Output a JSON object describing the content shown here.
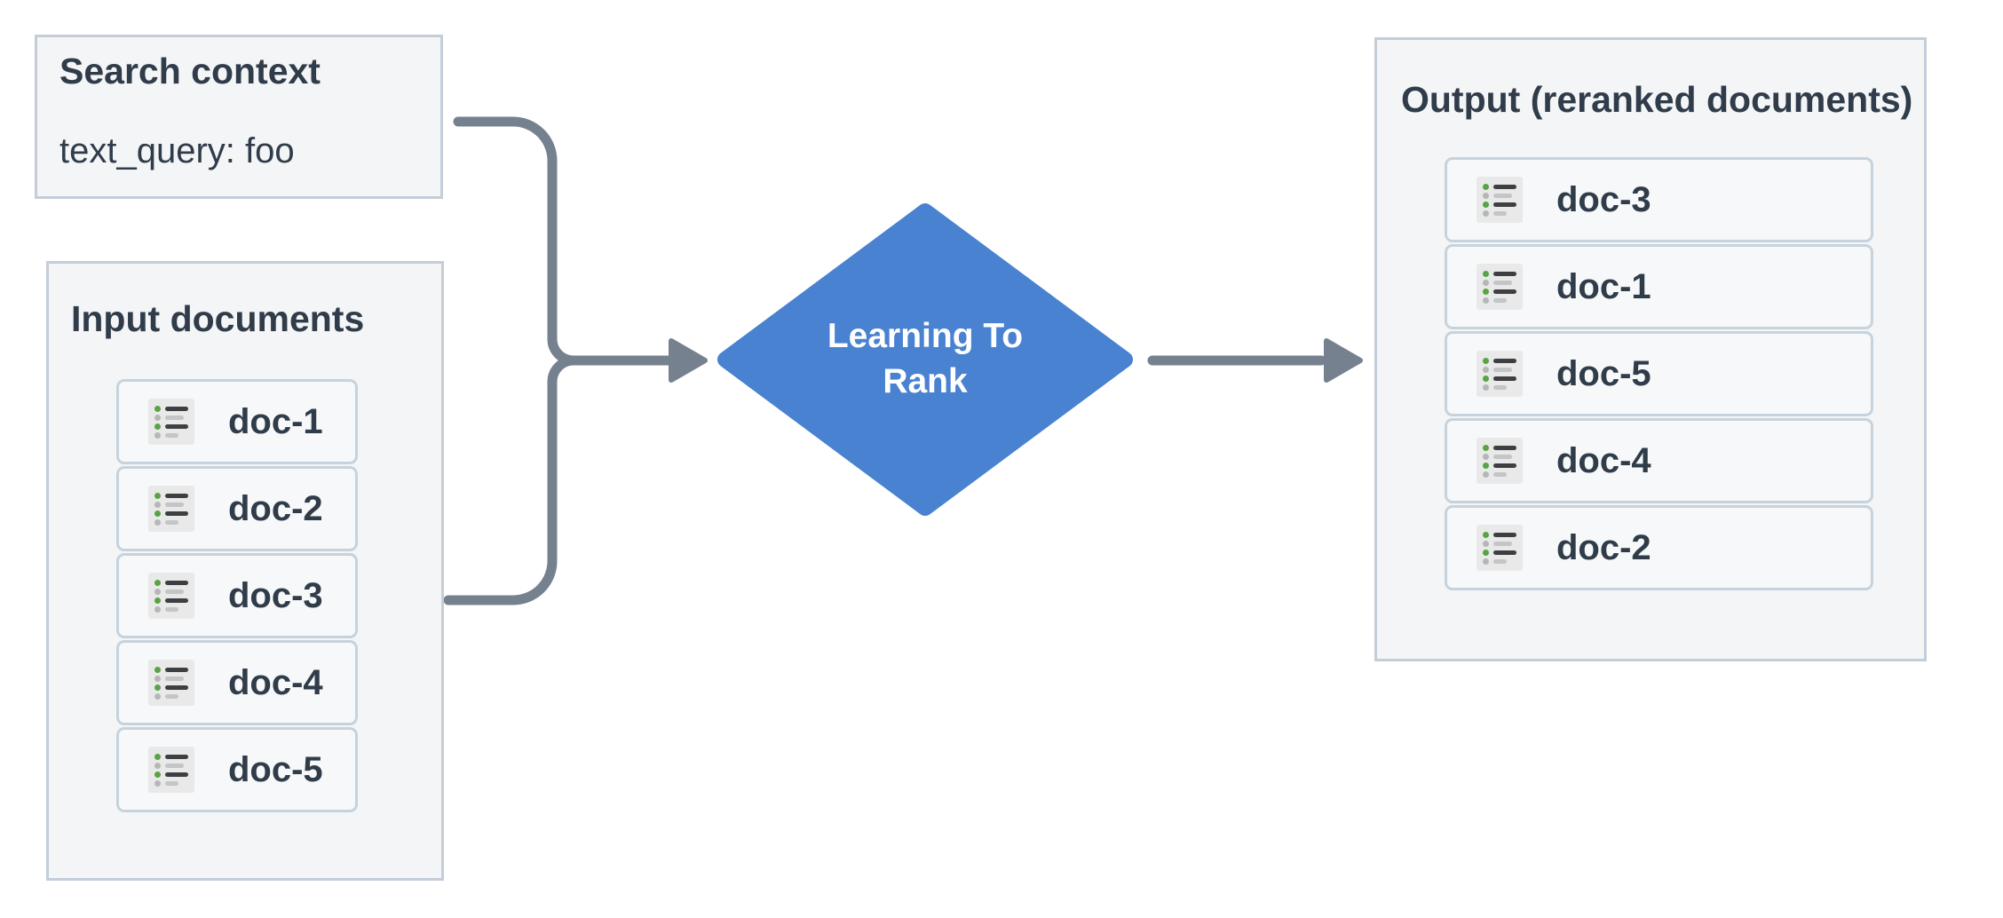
{
  "search_context": {
    "title": "Search context",
    "query": "text_query: foo"
  },
  "input_documents": {
    "title": "Input documents",
    "items": [
      "doc-1",
      "doc-2",
      "doc-3",
      "doc-4",
      "doc-5"
    ]
  },
  "process": {
    "label_line1": "Learning To",
    "label_line2": "Rank"
  },
  "output": {
    "title": "Output (reranked documents)",
    "items": [
      "doc-3",
      "doc-1",
      "doc-5",
      "doc-4",
      "doc-2"
    ]
  },
  "icons": {
    "doc_icon": "bulleted-list-icon"
  },
  "colors": {
    "accent_blue": "#4882d0",
    "connector_gray": "#76818f",
    "panel_bg": "#f3f5f7",
    "panel_border": "#c3ced8",
    "row_bg": "#f6f8f9",
    "row_border": "#c7d3dc",
    "text_dark": "#303c49",
    "icon_bg": "#e9e9ea",
    "icon_green": "#58a344",
    "icon_gray_dot": "#b5b6b7",
    "icon_bar_dark": "#3d3f41",
    "icon_bar_light": "#c4c5c6",
    "diamond_text": "#ffffff"
  }
}
